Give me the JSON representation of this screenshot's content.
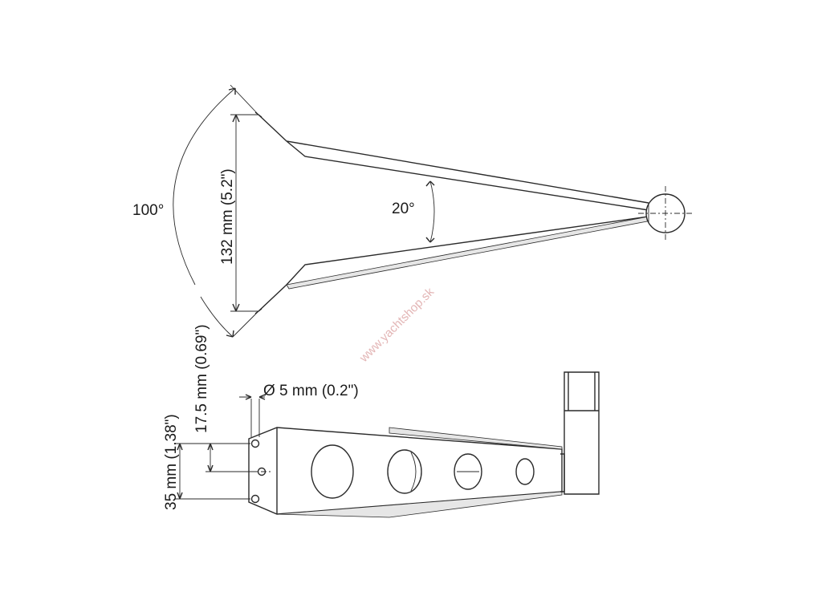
{
  "diagram": {
    "top_view": {
      "angle_outer": "100°",
      "angle_inner": "20°",
      "height": "132 mm (5.2\")"
    },
    "side_view": {
      "hole_spacing": "17.5 mm (0.69\")",
      "total_height": "35 mm (1.38\")",
      "hole_diameter": "Ø 5 mm (0.2\")"
    },
    "watermark": "www.yachtshop.sk"
  }
}
